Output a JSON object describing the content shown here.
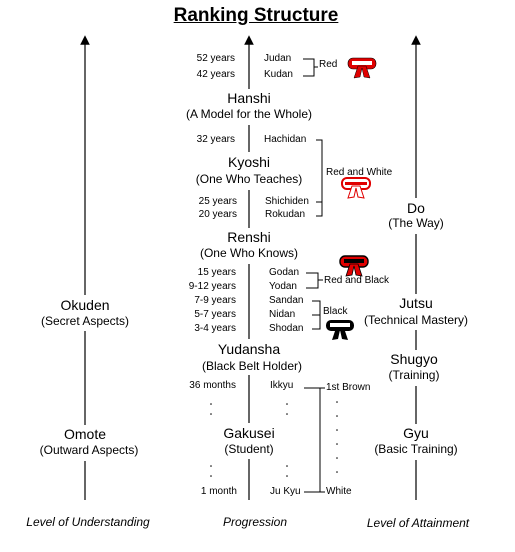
{
  "title": "Ranking Structure",
  "left_column": {
    "okuden": "Okuden",
    "okuden_sub": "(Secret Aspects)",
    "omote": "Omote",
    "omote_sub": "(Outward Aspects)",
    "footer": "Level of Understanding"
  },
  "center_column": {
    "hanshi": "Hanshi",
    "hanshi_sub": "(A Model for the Whole)",
    "kyoshi": "Kyoshi",
    "kyoshi_sub": "(One Who Teaches)",
    "renshi": "Renshi",
    "renshi_sub": "(One Who Knows)",
    "yudansha": "Yudansha",
    "yudansha_sub": "(Black Belt Holder)",
    "gakusei": "Gakusei",
    "gakusei_sub": "(Student)",
    "footer": "Progression"
  },
  "right_column": {
    "do": "Do",
    "do_sub": "(The Way)",
    "jutsu": "Jutsu",
    "jutsu_sub": "(Technical Mastery)",
    "shugyo": "Shugyo",
    "shugyo_sub": "(Training)",
    "gyu": "Gyu",
    "gyu_sub": "(Basic Training)",
    "footer": "Level of Attainment"
  },
  "ranks": [
    {
      "time": "52 years",
      "rank": "Judan"
    },
    {
      "time": "42 years",
      "rank": "Kudan"
    },
    {
      "time": "32 years",
      "rank": "Hachidan"
    },
    {
      "time": "25 years",
      "rank": "Shichiden"
    },
    {
      "time": "20 years",
      "rank": "Rokudan"
    },
    {
      "time": "15 years",
      "rank": "Godan"
    },
    {
      "time": "9-12 years",
      "rank": "Yodan"
    },
    {
      "time": "7-9 years",
      "rank": "Sandan"
    },
    {
      "time": "5-7 years",
      "rank": "Nidan"
    },
    {
      "time": "3-4 years",
      "rank": "Shodan"
    },
    {
      "time": "36 months",
      "rank": "Ikkyu"
    },
    {
      "time": "1 month",
      "rank": "Ju Kyu"
    }
  ],
  "belts": {
    "red": "Red",
    "red_white": "Red and White",
    "red_black": "Red and Black",
    "black": "Black",
    "brown": "1st Brown",
    "white": "White"
  },
  "colors": {
    "red": "#e00000",
    "black": "#000000",
    "white": "#ffffff"
  }
}
